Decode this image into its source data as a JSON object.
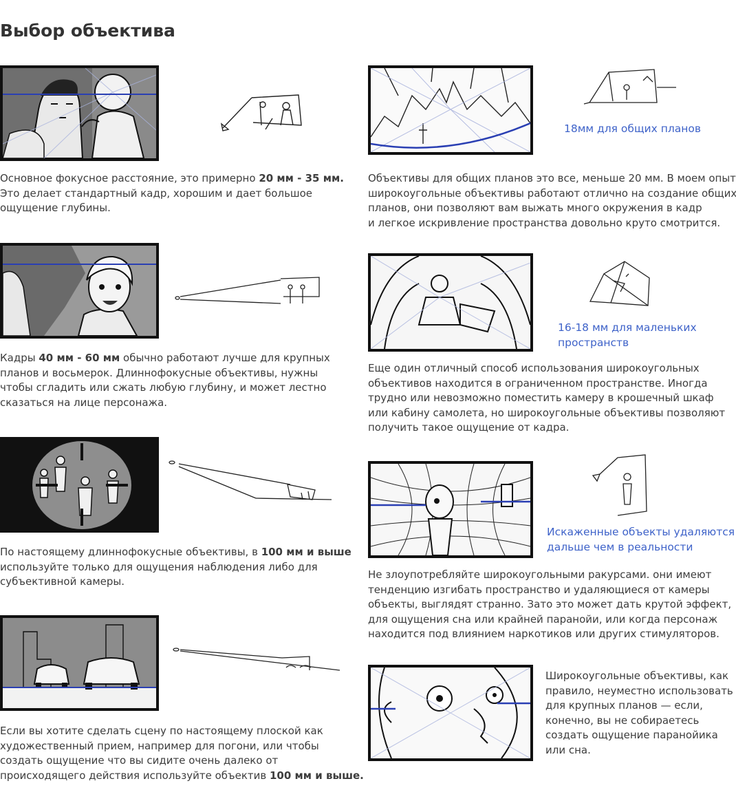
{
  "title": "Выбор объектива",
  "left": [
    {
      "lines": [
        [
          "Основное фокусное расстояние, это примерно ",
          "20 мм - 35 мм."
        ],
        [
          "Это делает стандартный кадр, хорошим и дает большое",
          ""
        ],
        [
          "ощущение глубины.",
          ""
        ]
      ]
    },
    {
      "lines": [
        [
          "Кадры ",
          "40 мм - 60 мм",
          " обычно работают лучше для крупных"
        ],
        [
          "планов и восьмерок. Длиннофокусные объективы, нужны",
          "",
          ""
        ],
        [
          "чтобы сгладить или сжать любую глубину, и может лестно",
          "",
          ""
        ],
        [
          "сказаться на лице персонажа.",
          "",
          ""
        ]
      ]
    },
    {
      "lines": [
        [
          "По настоящему длиннофокусные объективы, в ",
          "100 мм и выше"
        ],
        [
          "используйте только для ощущения наблюдения либо для",
          ""
        ],
        [
          "субъективной камеры.",
          ""
        ]
      ]
    },
    {
      "lines": [
        [
          "Если вы хотите сделать сцену по настоящему  плоской как",
          ""
        ],
        [
          "художественный прием, например для погони, или чтобы",
          ""
        ],
        [
          "создать ощущение что вы сидите очень далеко от",
          ""
        ],
        [
          "происходящего действия используйте объектив ",
          "100 мм и выше."
        ]
      ]
    }
  ],
  "right": [
    {
      "note": [
        "18мм для общих планов"
      ],
      "lines": [
        "Объективы для общих планов это все, меньше 20 мм. В моем опыте",
        "широкоугольные объективы работают отлично на создание общих",
        "планов, они позволяют вам выжать много окружения в кадр",
        "и легкое искривление пространства довольно круто смотрится."
      ]
    },
    {
      "note": [
        "16-18 мм для маленьких",
        "пространств"
      ],
      "lines": [
        "Еще один отличный способ использования широкоугольных",
        "объективов находится в ограниченном пространстве. Иногда",
        "трудно или невозможно поместить камеру в крошечный шкаф",
        "или кабину самолета, но широкоугольные объективы позволяют",
        "получить такое ощущение от кадра."
      ]
    },
    {
      "note": [
        "Искаженные объекты удаляются",
        "дальше чем в реальности"
      ],
      "lines": [
        "Не злоупотребляйте широкоугольными ракурсами. они имеют",
        "тенденцию изгибать пространство и удаляющиеся от камеры",
        "объекты, выглядят странно. Зато это может дать крутой эффект,",
        "для ощущения сна или крайней паранойи, или когда персонаж",
        "находится под влиянием наркотиков или других стимуляторов."
      ]
    },
    {
      "side": [
        "Широкоугольные объективы, как",
        "правило, неуместно использовать",
        "для крупных планов — если,",
        "конечно, вы не собираетесь",
        "создать ощущение паранойика",
        "или сна."
      ]
    }
  ]
}
